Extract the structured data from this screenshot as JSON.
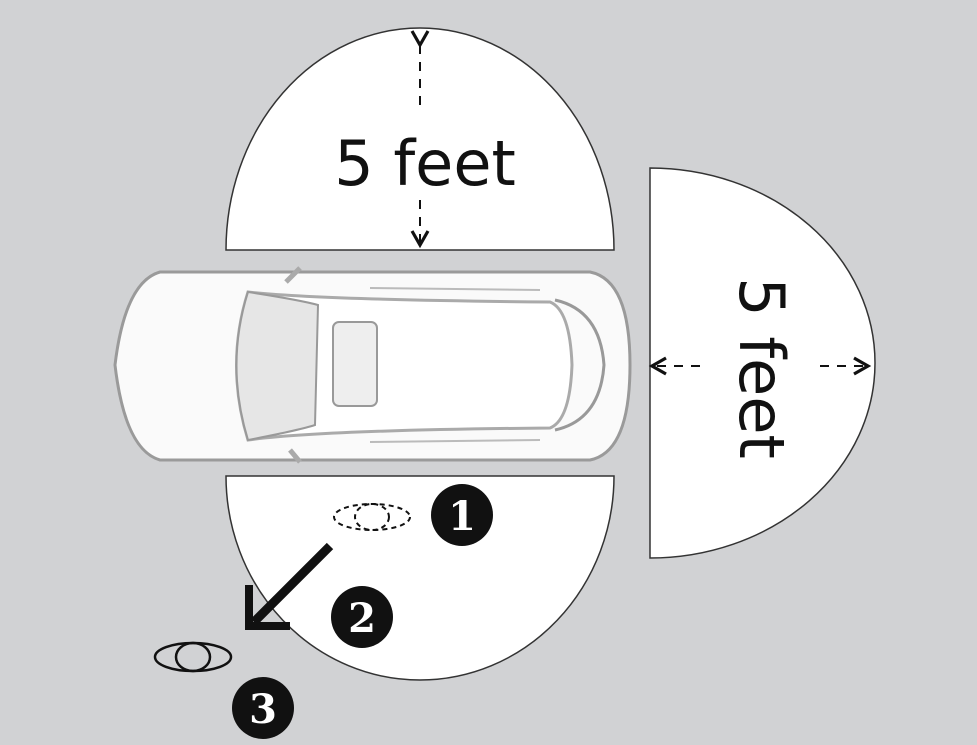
{
  "zones": {
    "front_label": "5 feet",
    "side_label": "5 feet"
  },
  "callouts": {
    "one": "1",
    "two": "2",
    "three": "3"
  },
  "colors": {
    "background": "#d1d2d4",
    "zone_fill": "#ffffff",
    "ink": "#111111"
  }
}
